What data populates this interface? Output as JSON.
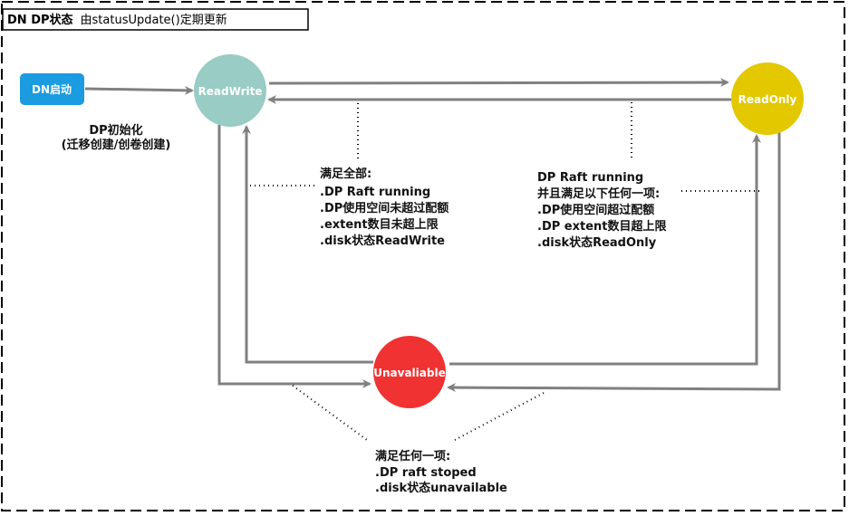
{
  "title": {
    "bold": "DN DP状态",
    "rest": "由statusUpdate()定期更新"
  },
  "colors": {
    "readwrite": "#98ccc4",
    "readonly": "#e3c800",
    "unavailable": "#f03232",
    "dn_start": "#1b9be0",
    "arrow": "#808080",
    "border": "#000000"
  },
  "nodes": {
    "dn_start": "DN启动",
    "readwrite": "ReadWrite",
    "readonly": "ReadOnly",
    "unavailable": "Unavaliable"
  },
  "annotations": {
    "init": [
      "DP初始化",
      "(迁移创建/创卷创建)"
    ],
    "to_readwrite": [
      "满足全部:",
      ".DP Raft running",
      ".DP使用空间未超过配额",
      ".extent数目未超上限",
      ".disk状态ReadWrite"
    ],
    "to_readonly": [
      "DP Raft running",
      "并且满足以下任何一项:",
      ".DP使用空间超过配额",
      ".DP extent数目超上限",
      ".disk状态ReadOnly"
    ],
    "to_unavailable": [
      "满足任何一项:",
      ".DP raft stoped",
      ".disk状态unavailable"
    ]
  }
}
